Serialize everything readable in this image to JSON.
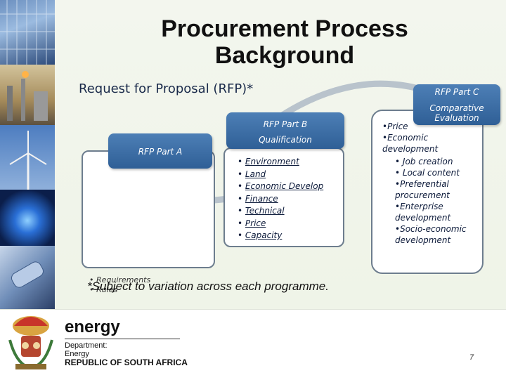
{
  "slide": {
    "title_line1": "Procurement Process",
    "title_line2": "Background",
    "subtitle": "Request for Proposal (RFP)*"
  },
  "part_a": {
    "label": "RFP Part A"
  },
  "part_b": {
    "label_line1": "RFP Part B",
    "label_line2": "Qualification",
    "items": [
      "Environment",
      "Land",
      "Economic Develop",
      "Finance",
      "Technical",
      "Price",
      "Capacity"
    ]
  },
  "part_c": {
    "label_line1": "RFP Part C",
    "label_line2": "Comparative",
    "label_line3": "Evaluation",
    "items": [
      {
        "level": 1,
        "text": "Price"
      },
      {
        "level": 1,
        "text": "Economic development"
      },
      {
        "level": 2,
        "text": "Job creation"
      },
      {
        "level": 2,
        "text": "Local content"
      },
      {
        "level": 2,
        "text": "Preferential procurement"
      },
      {
        "level": 2,
        "text": "Enterprise development"
      },
      {
        "level": 2,
        "text": "Socio-economic development"
      }
    ]
  },
  "part_a_bullets": [
    "Requirements",
    "Rules"
  ],
  "footnote": "*Subject to variation across each programme.",
  "footer": {
    "brand_word": "energy",
    "line1": "Department:",
    "line2": "Energy",
    "line3": "REPUBLIC OF SOUTH AFRICA",
    "page_number": "7"
  },
  "colors": {
    "accent_blue": "#3a6ba3",
    "panel_border": "#6d7d8e",
    "arc_color": "#b9c3cc"
  }
}
